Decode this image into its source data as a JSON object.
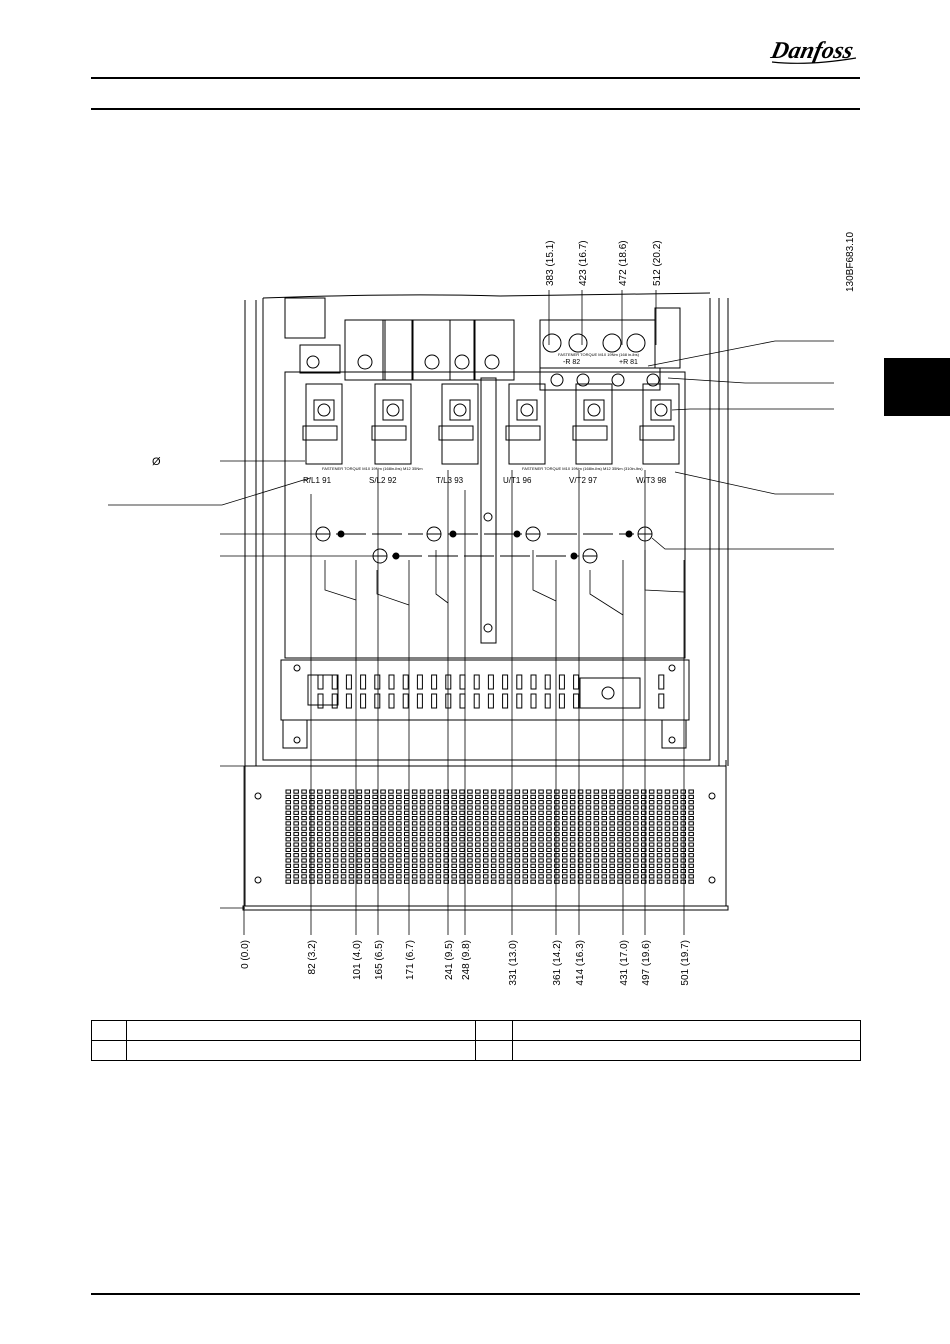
{
  "header": {
    "brand": "Danfoss"
  },
  "figure": {
    "id_code": "130BF683.10",
    "diameter_symbol": "Ø",
    "top_dimensions": [
      "383 (15.1)",
      "423 (16.7)",
      "472 (18.6)",
      "512 (20.2)"
    ],
    "bottom_dimensions": [
      "0 (0.0)",
      "82 (3.2)",
      "101 (4.0)",
      "165 (6.5)",
      "171 (6.7)",
      "241 (9.5)",
      "248 (9.8)",
      "331 (13.0)",
      "361 (14.2)",
      "414 (16.3)",
      "431 (17.0)",
      "497 (19.6)",
      "501 (19.7)"
    ],
    "terminal_labels": [
      "R/L1 91",
      "S/L2 92",
      "T/L3 93",
      "U/T1 96",
      "V/T2 97",
      "W/T3 98"
    ],
    "brake_labels": [
      "-R 82",
      "+R 81"
    ],
    "caution_text": "FASTENER TORQUE M10 19Nm (168in-lbs) M12 35Nm (310in-lbs)",
    "caution_text_short": "FASTENER TORQUE M10 19Nm (168in-lbs) M12 35Nm",
    "caution_text_brake": "FASTENER TORQUE M10 19Nm (168 in-lbs)"
  },
  "legend_table": {
    "rows": [
      [
        "",
        "",
        "",
        ""
      ],
      [
        "",
        "",
        "",
        ""
      ]
    ]
  }
}
